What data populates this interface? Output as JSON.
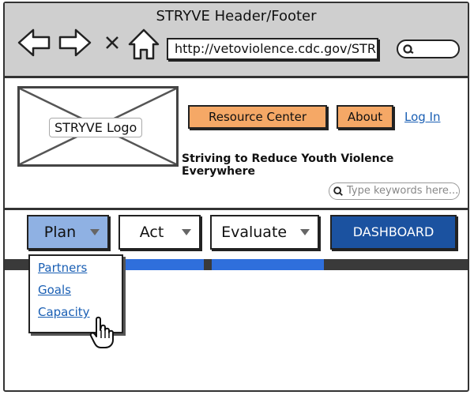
{
  "window": {
    "title": "STRYVE Header/Footer"
  },
  "browser": {
    "url": "http://vetoviolence.cdc.gov/STR",
    "icons": [
      "back-arrow-icon",
      "forward-arrow-icon",
      "close-x-icon",
      "home-icon",
      "search-icon"
    ]
  },
  "header": {
    "logo_label": "STRYVE Logo",
    "buttons": {
      "resource_center": "Resource Center",
      "about": "About"
    },
    "login_link": "Log In",
    "tagline": "Striving to Reduce Youth Violence Everywhere",
    "search_placeholder": "Type keywords here..."
  },
  "nav": {
    "items": [
      {
        "label": "Plan",
        "active": true
      },
      {
        "label": "Act",
        "active": false
      },
      {
        "label": "Evaluate",
        "active": false
      }
    ],
    "dashboard_label": "DASHBOARD",
    "dropdown": [
      "Partners",
      "Goals",
      "Capacity"
    ]
  },
  "colors": {
    "chrome_bg": "#cfcfcf",
    "orange_button": "#f5a866",
    "plan_active": "#8fb1e3",
    "dashboard_bg": "#1b52a0",
    "link": "#1a5fb4",
    "strip_blue": "#2f6fdc",
    "strip_dark": "#3a3a3a"
  }
}
